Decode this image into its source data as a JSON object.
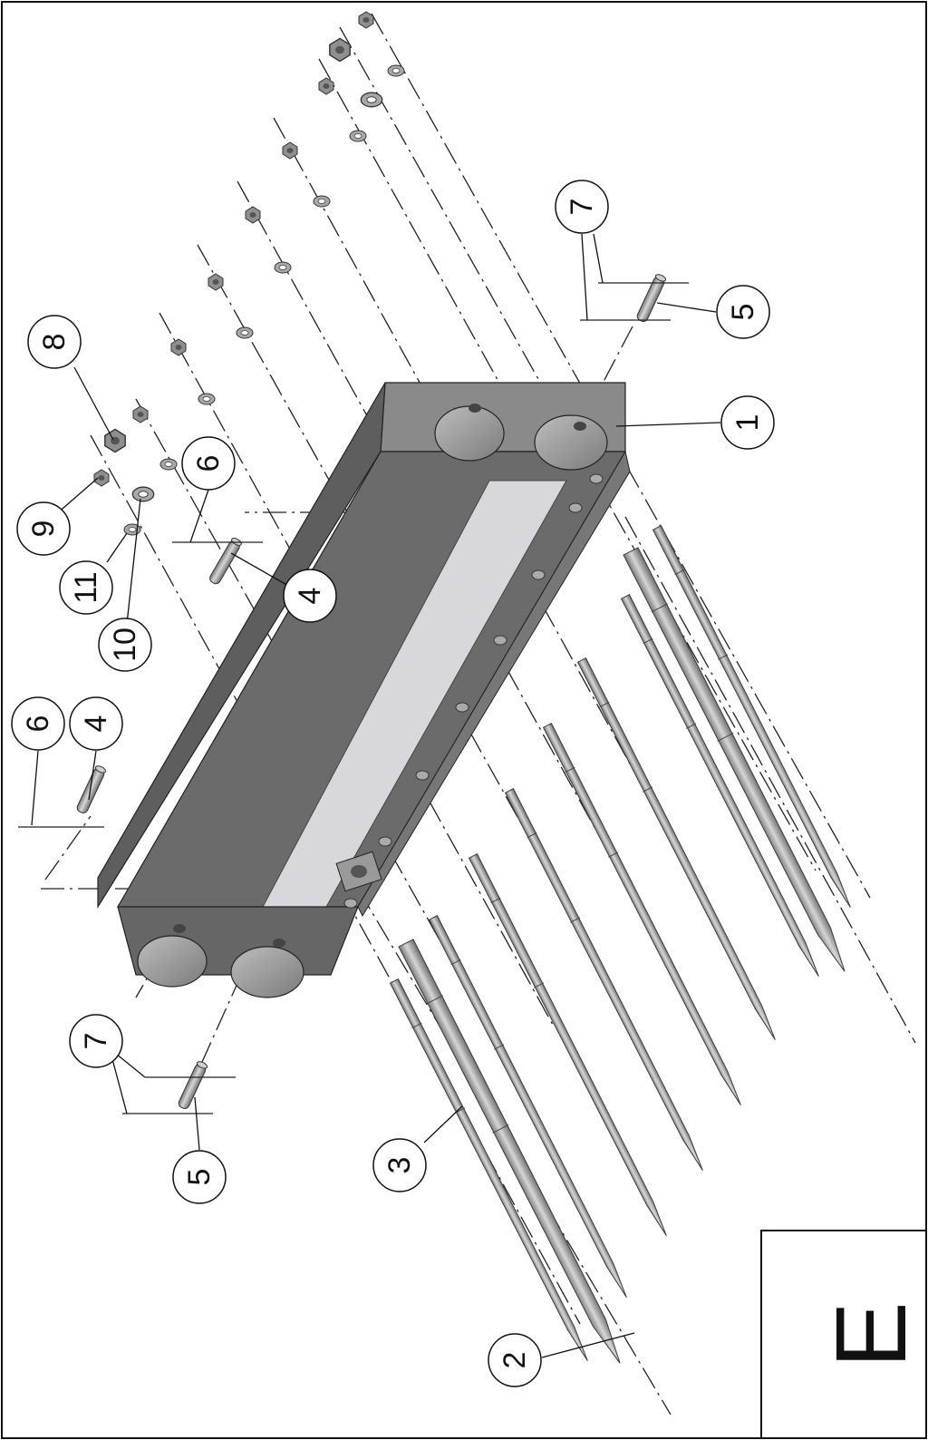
{
  "drawing": {
    "page_title": "Е",
    "callouts": {
      "c1": "1",
      "c2": "2",
      "c3": "3",
      "c4a": "4",
      "c4b": "4",
      "c5a": "5",
      "c5b": "5",
      "c6a": "6",
      "c6b": "6",
      "c7a": "7",
      "c7b": "7",
      "c8": "8",
      "c9": "9",
      "c10": "10",
      "c11": "11"
    }
  }
}
